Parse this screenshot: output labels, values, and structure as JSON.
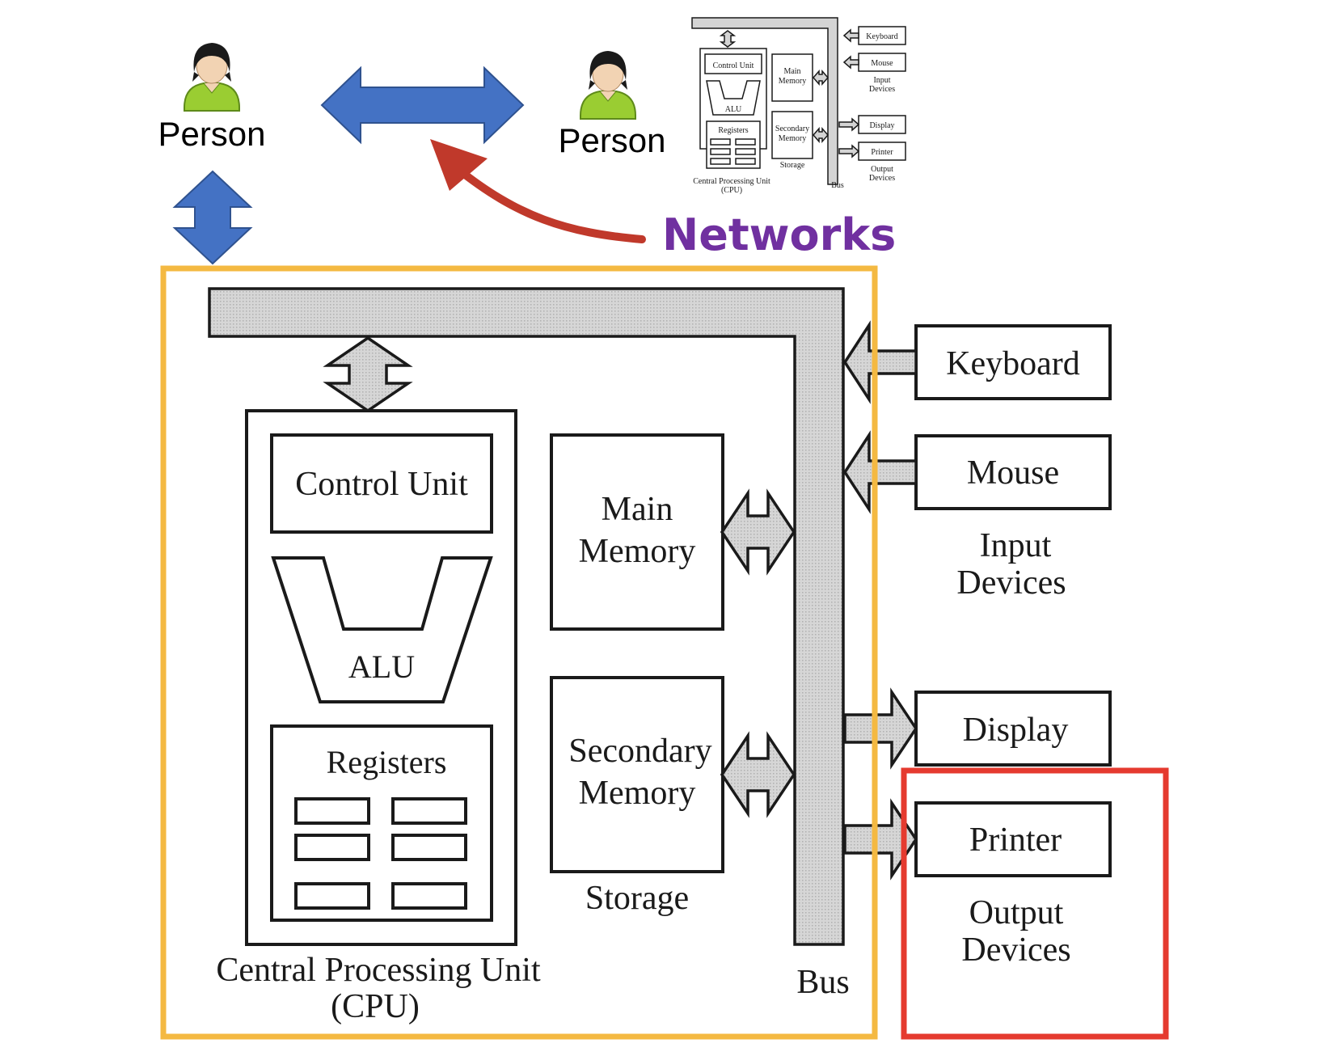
{
  "labels": {
    "person_left": "Person",
    "person_right": "Person",
    "networks": "Networks"
  },
  "diagram": {
    "control_unit": "Control Unit",
    "alu": "ALU",
    "registers": "Registers",
    "main_memory_line1": "Main",
    "main_memory_line2": "Memory",
    "secondary_memory_line1": "Secondary",
    "secondary_memory_line2": "Memory",
    "storage": "Storage",
    "cpu_line1": "Central Processing Unit",
    "cpu_line2": "(CPU)",
    "bus": "Bus",
    "keyboard": "Keyboard",
    "mouse": "Mouse",
    "input_devices_line1": "Input",
    "input_devices_line2": "Devices",
    "display": "Display",
    "printer": "Printer",
    "output_devices_line1": "Output",
    "output_devices_line2": "Devices"
  },
  "colors": {
    "double_arrow": "#4472c4",
    "networks_text": "#7030a0",
    "red_curved_arrow": "#c0392b",
    "cpu_highlight_frame": "#f4b942",
    "output_highlight_frame": "#e53a2f",
    "person_shirt": "#9acd32",
    "person_hair": "#1a1a1a",
    "person_skin": "#f2d3b3"
  },
  "icons": [
    "person-icon",
    "person-icon",
    "double-arrow-horizontal",
    "double-arrow-vertical",
    "curved-arrow"
  ]
}
